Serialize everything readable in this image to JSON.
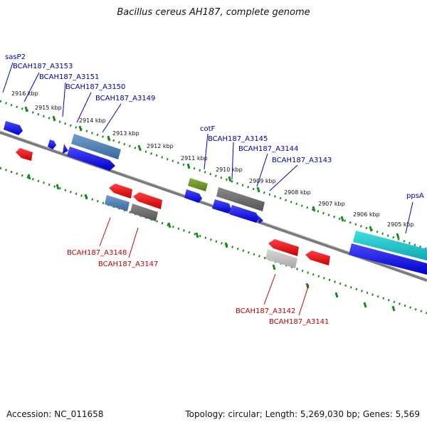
{
  "title": "Bacillus cereus AH187, complete genome",
  "footer": {
    "accession": "Accession: NC_011658",
    "stats": "Topology: circular; Length: 5,269,030 bp; Genes: 5,569"
  },
  "kbp_labels": [
    "2916 kbp",
    "2915 kbp",
    "2914 kbp",
    "2913 kbp",
    "2912 kbp",
    "2911 kbp",
    "2910 kbp",
    "2909 kbp",
    "2908 kbp",
    "2907 kbp",
    "2906 kbp",
    "2905 kbp"
  ],
  "upper_genes": [
    "sasP2",
    "BCAH187_A3153",
    "BCAH187_A3151",
    "BCAH187_A3150",
    "BCAH187_A3149",
    "cotF",
    "BCAH187_A3145",
    "BCAH187_A3144",
    "BCAH187_A3143",
    "ppsA"
  ],
  "lower_genes": [
    "BCAH187_A3148",
    "BCAH187_A3147",
    "BCAH187_A3142",
    "BCAH187_A3141"
  ],
  "colors": {
    "forward_strand": "#1010e0",
    "reverse_strand": "#e01010",
    "forward_label": "#0000b0",
    "reverse_label": "#c00000",
    "tick": "#1a8a1a",
    "backbone": "#888888"
  }
}
